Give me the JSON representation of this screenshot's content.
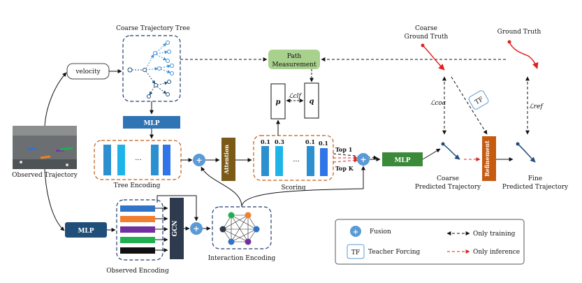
{
  "title": "",
  "colors": {
    "mlp_blue": "#2f74b5",
    "mlp_dark": "#1f4e79",
    "mlp_green": "#3a8a3a",
    "path_green": "#a9d18e",
    "attention_brown": "#7a5a16",
    "refinement_orange": "#c55a11",
    "gcn_dark": "#2e3b4e",
    "dashed_red": "#e02020",
    "fusion_blue": "#5b9bd5"
  },
  "labels": {
    "velocity": "velocity",
    "coarse_tree_title": "Coarse Trajectory Tree",
    "path_measurement_l1": "Path",
    "path_measurement_l2": "Measurement",
    "coarse_gt_l1": "Coarse",
    "coarse_gt_l2": "Ground Truth",
    "ground_truth": "Ground Truth",
    "mlp_tree": "MLP",
    "mlp_obs": "MLP",
    "mlp_final": "MLP",
    "attention": "Attention",
    "refinement": "Refinement",
    "gcn": "GCN",
    "tree_encoding": "Tree Encoding",
    "scoring": "Scoring",
    "observed_trajectory": "Observed Trajectory",
    "observed_encoding": "Observed Encoding",
    "interaction_encoding": "Interaction Encoding",
    "coarse_pred_l1": "Coarse",
    "coarse_pred_l2": "Predicted Trajectory",
    "fine_pred_l1": "Fine",
    "fine_pred_l2": "Predicted Trajectory",
    "p": "p",
    "q": "q",
    "l_clf": "ℒclf",
    "l_coa": "ℒcoa",
    "l_ref": "ℒref",
    "tf": "TF",
    "top1": "Top 1",
    "topk": "Top K",
    "plus": "+",
    "ellipsis": "···",
    "score_values": [
      "0.1",
      "0.3",
      "0.1",
      "0.1"
    ]
  },
  "legend": {
    "fusion": "Fusion",
    "teacher_forcing": "Teacher Forcing",
    "only_training": "Only training",
    "only_inference": "Only inference"
  }
}
